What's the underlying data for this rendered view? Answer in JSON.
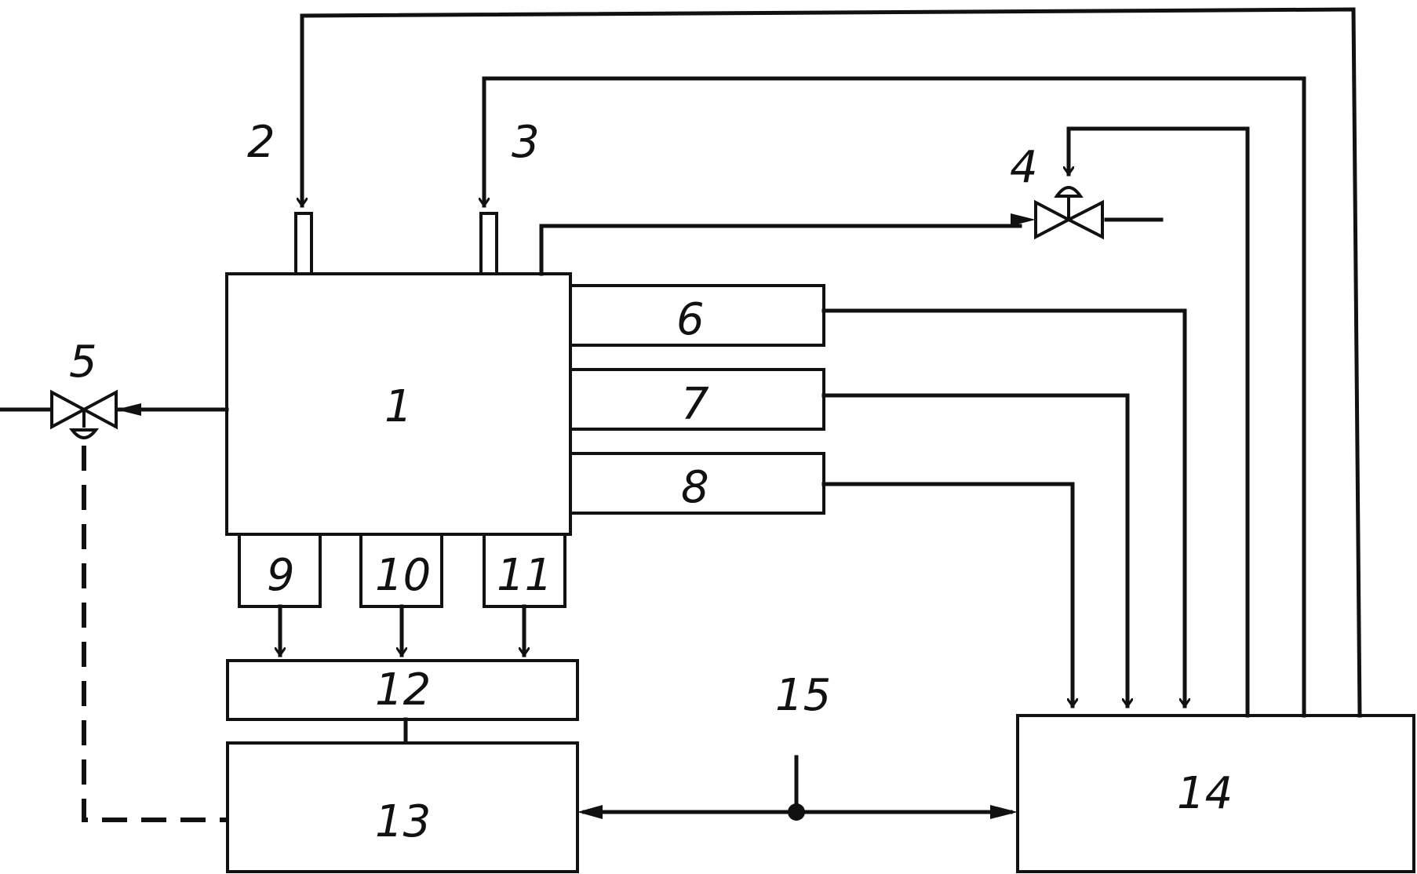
{
  "labels": {
    "b1": "1",
    "c2": "2",
    "c3": "3",
    "c4": "4",
    "c5": "5",
    "b6": "6",
    "b7": "7",
    "b8": "8",
    "b9": "9",
    "b10": "10",
    "b11": "11",
    "b12": "12",
    "b13": "13",
    "b14": "14",
    "c15": "15"
  }
}
